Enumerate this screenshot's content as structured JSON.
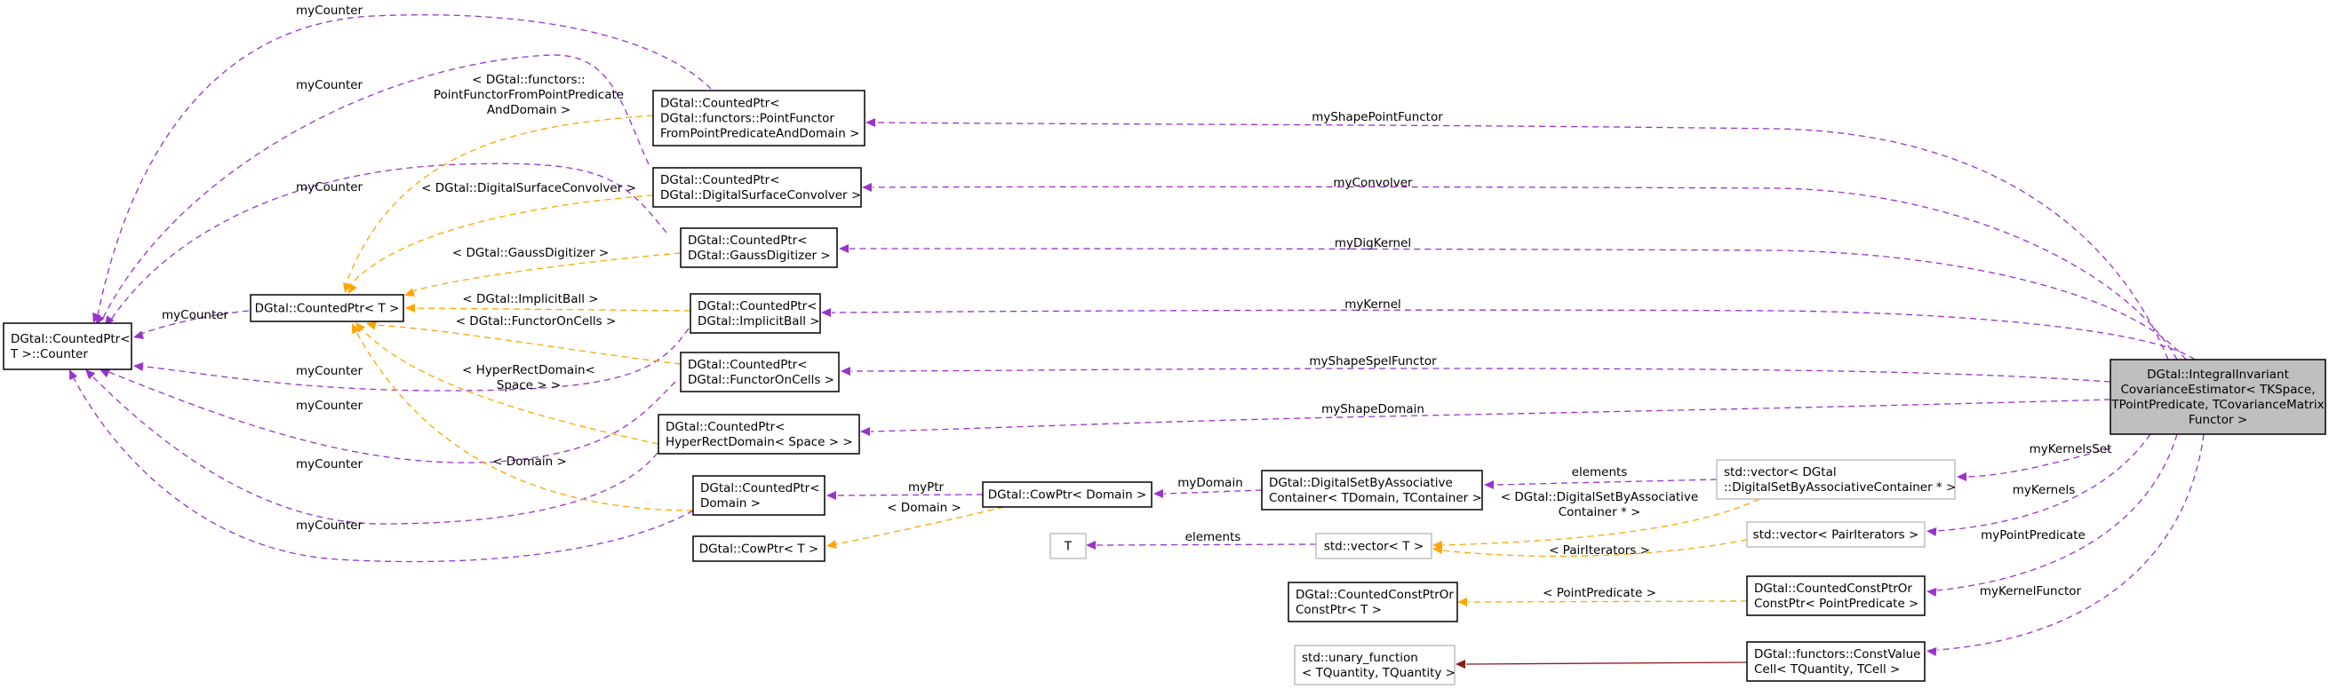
{
  "nodes": {
    "counter": [
      "DGtal::CountedPtr<",
      "T >::Counter"
    ],
    "counted_ptr_t": [
      "DGtal::CountedPtr< T >"
    ],
    "cp_functor": [
      "DGtal::CountedPtr<",
      "DGtal::functors::PointFunctor",
      "FromPointPredicateAndDomain >"
    ],
    "cp_convolver": [
      "DGtal::CountedPtr<",
      "DGtal::DigitalSurfaceConvolver >"
    ],
    "cp_gauss": [
      "DGtal::CountedPtr<",
      "DGtal::GaussDigitizer >"
    ],
    "cp_ball": [
      "DGtal::CountedPtr<",
      "DGtal::ImplicitBall >"
    ],
    "cp_foc": [
      "DGtal::CountedPtr<",
      "DGtal::FunctorOnCells >"
    ],
    "cp_hrd": [
      "DGtal::CountedPtr<",
      "HyperRectDomain< Space > >"
    ],
    "cp_domain": [
      "DGtal::CountedPtr<",
      "Domain >"
    ],
    "cow_t": [
      "DGtal::CowPtr< T >"
    ],
    "cow_domain": [
      "DGtal::CowPtr< Domain >"
    ],
    "digset": [
      "DGtal::DigitalSetByAssociative",
      "Container< TDomain, TContainer >"
    ],
    "t": [
      "T"
    ],
    "vector_t": [
      "std::vector< T >"
    ],
    "vector_digset": [
      "std::vector< DGtal",
      "::DigitalSetByAssociativeContainer * >"
    ],
    "vector_pair": [
      "std::vector< PairIterators >"
    ],
    "ccp_t": [
      "DGtal::CountedConstPtrOr",
      "ConstPtr< T >"
    ],
    "ccp_pred": [
      "DGtal::CountedConstPtrOr",
      "ConstPtr< PointPredicate >"
    ],
    "unary": [
      "std::unary_function",
      "< TQuantity, TQuantity >"
    ],
    "constvalue": [
      "DGtal::functors::ConstValue",
      "Cell< TQuantity, TCell >"
    ],
    "main": [
      "DGtal::IntegralInvariant",
      "CovarianceEstimator< TKSpace,",
      " TPointPredicate, TCovarianceMatrix",
      "Functor >"
    ]
  },
  "edge_labels": {
    "myCounter": "myCounter",
    "functor_tmpl": [
      "< DGtal::functors::",
      "PointFunctorFromPointPredicate",
      "AndDomain >"
    ],
    "convolver_tmpl": "< DGtal::DigitalSurfaceConvolver >",
    "gauss_tmpl": "< DGtal::GaussDigitizer >",
    "ball_tmpl": "< DGtal::ImplicitBall >",
    "foc_tmpl": "< DGtal::FunctorOnCells >",
    "hrd_tmpl": [
      "< HyperRectDomain<",
      "Space > >"
    ],
    "domain_tmpl": "< Domain >",
    "myPtr": "myPtr",
    "myDomain": "myDomain",
    "elements": "elements",
    "digset_tmpl": [
      "< DGtal::DigitalSetByAssociative",
      "Container * >"
    ],
    "pair_tmpl": "< PairIterators >",
    "pred_tmpl": "< PointPredicate >",
    "myShapePointFunctor": "myShapePointFunctor",
    "myConvolver": "myConvolver",
    "myDigKernel": "myDigKernel",
    "myKernel": "myKernel",
    "myShapeSpelFunctor": "myShapeSpelFunctor",
    "myShapeDomain": "myShapeDomain",
    "myKernelsSet": "myKernelsSet",
    "myKernels": "myKernels",
    "myPointPredicate": "myPointPredicate",
    "myKernelFunctor": "myKernelFunctor"
  },
  "colors": {
    "usage_edge": "#9a32cd",
    "template_edge": "#ffa500",
    "inheritance_edge": "#8b1a1a",
    "main_node_fill": "#bfbfbf"
  }
}
